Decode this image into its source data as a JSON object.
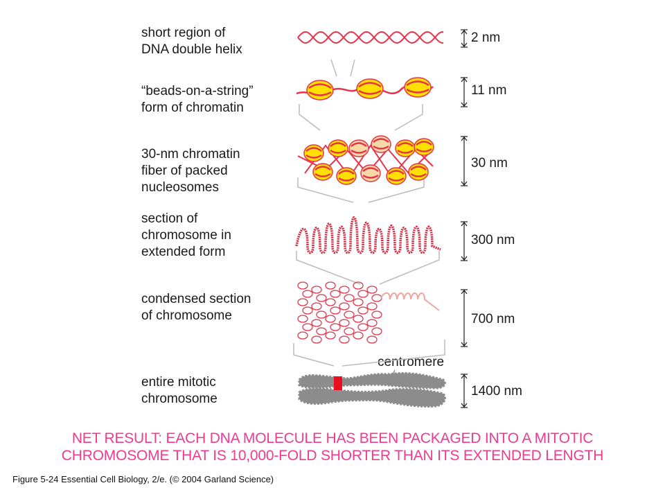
{
  "levels": [
    {
      "label": "short region of\nDNA double helix",
      "size": "2 nm"
    },
    {
      "label": "“beads-on-a-string”\nform of chromatin",
      "size": "11 nm"
    },
    {
      "label": "30-nm chromatin\nfiber of packed\nnucleosomes",
      "size": "30 nm"
    },
    {
      "label": "section of\nchromosome in\nextended form",
      "size": "300 nm"
    },
    {
      "label": "condensed section\nof chromosome",
      "size": "700 nm"
    },
    {
      "label": "entire mitotic\nchromosome",
      "size": "1400 nm"
    }
  ],
  "centromere_label": "centromere",
  "net_result": {
    "line1": "NET RESULT: EACH DNA MOLECULE HAS BEEN PACKAGED INTO A MITOTIC",
    "line2": "CHROMOSOME THAT IS 10,000-FOLD SHORTER THAN ITS EXTENDED LENGTH"
  },
  "caption": "Figure 5-24  Essential Cell Biology, 2/e. (© 2004 Garland Science)",
  "colors": {
    "dna": "#e8324a",
    "nucleosome": "#ffe000",
    "nucleosome_pale": "#f7d9a8",
    "chromosome": "#8c8c8c",
    "centromere": "#e8101e",
    "net_text": "#ee3b8f"
  }
}
